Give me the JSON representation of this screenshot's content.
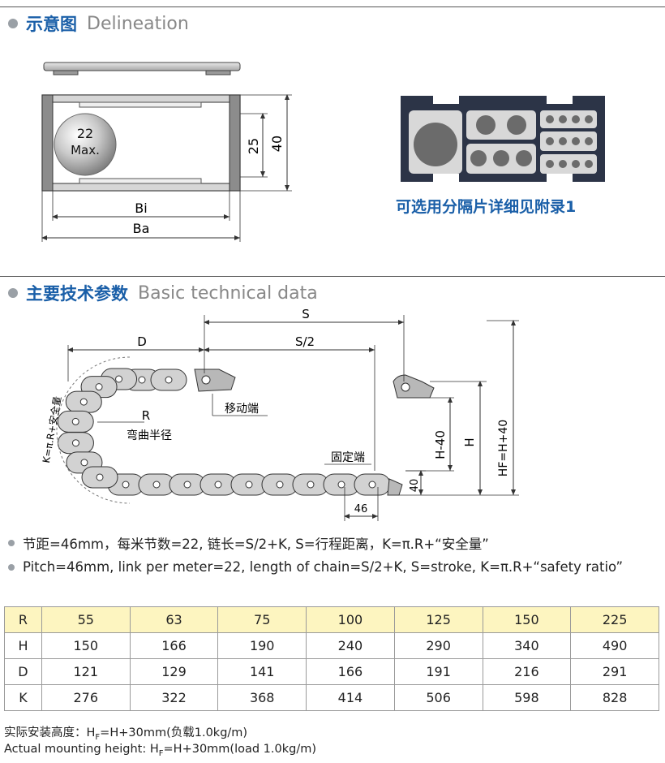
{
  "section1": {
    "title_cn": "示意图",
    "title_en": "Delineation"
  },
  "delineation": {
    "ball_size": "22",
    "ball_max": "Max.",
    "dim_inner_height": "25",
    "dim_outer_height": "40",
    "dim_inner_width": "Bi",
    "dim_outer_width": "Ba"
  },
  "separator_caption": "可选用分隔片详细见附录1",
  "section2": {
    "title_cn": "主要技术参数",
    "title_en": "Basic technical data"
  },
  "technical": {
    "label_S": "S",
    "label_S2": "S/2",
    "label_D": "D",
    "label_R": "R",
    "label_K": "K=π.R+安全量",
    "label_moving_end": "移动端",
    "label_bend_radius": "弯曲半径",
    "label_fixed_end": "固定端",
    "label_H40": "H-40",
    "label_H": "H",
    "label_HF": "HF=H+40",
    "label_40": "40",
    "label_46": "46"
  },
  "notes": {
    "cn": "节距=46mm，每米节数=22, 链长=S/2+K, S=行程距离，K=π.R+“安全量”",
    "en": "Pitch=46mm, link per meter=22, length of chain=S/2+K, S=stroke, K=π.R+“safety ratio”"
  },
  "table": {
    "rows": [
      [
        "R",
        "55",
        "63",
        "75",
        "100",
        "125",
        "150",
        "225"
      ],
      [
        "H",
        "150",
        "166",
        "190",
        "240",
        "290",
        "340",
        "490"
      ],
      [
        "D",
        "121",
        "129",
        "141",
        "166",
        "191",
        "216",
        "291"
      ],
      [
        "K",
        "276",
        "322",
        "368",
        "414",
        "506",
        "598",
        "828"
      ]
    ]
  },
  "footer": {
    "cn_prefix": "实际安装高度：H",
    "cn_sub": "F",
    "cn_suffix": "=H+30mm(负载1.0kg/m)",
    "en_prefix": "Actual mounting height: H",
    "en_sub": "F",
    "en_suffix": "=H+30mm(load 1.0kg/m)"
  }
}
